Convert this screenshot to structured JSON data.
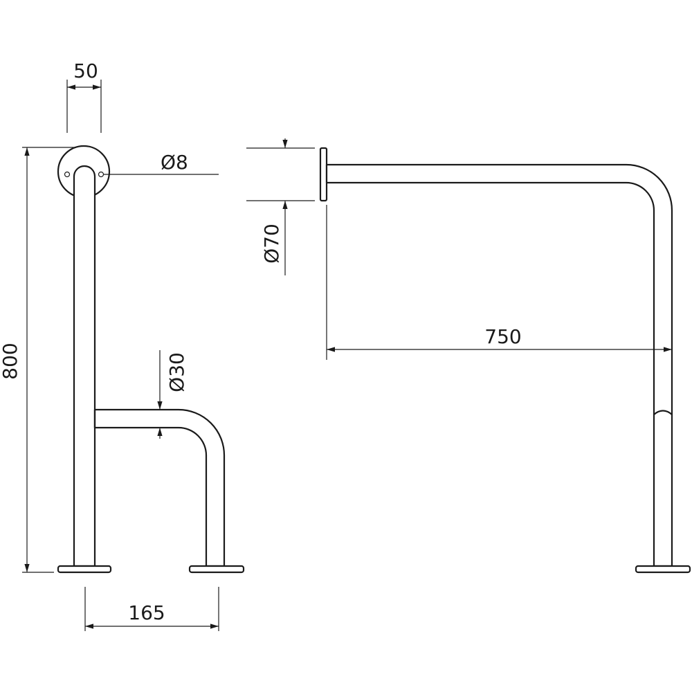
{
  "dimensions": {
    "width_top": "50",
    "hole_diameter": "Ø8",
    "height": "800",
    "tube_diameter": "Ø30",
    "base_spacing": "165",
    "flange_diameter": "Ø70",
    "length": "750"
  },
  "colors": {
    "line": "#1a1a1a",
    "background": "#ffffff"
  }
}
